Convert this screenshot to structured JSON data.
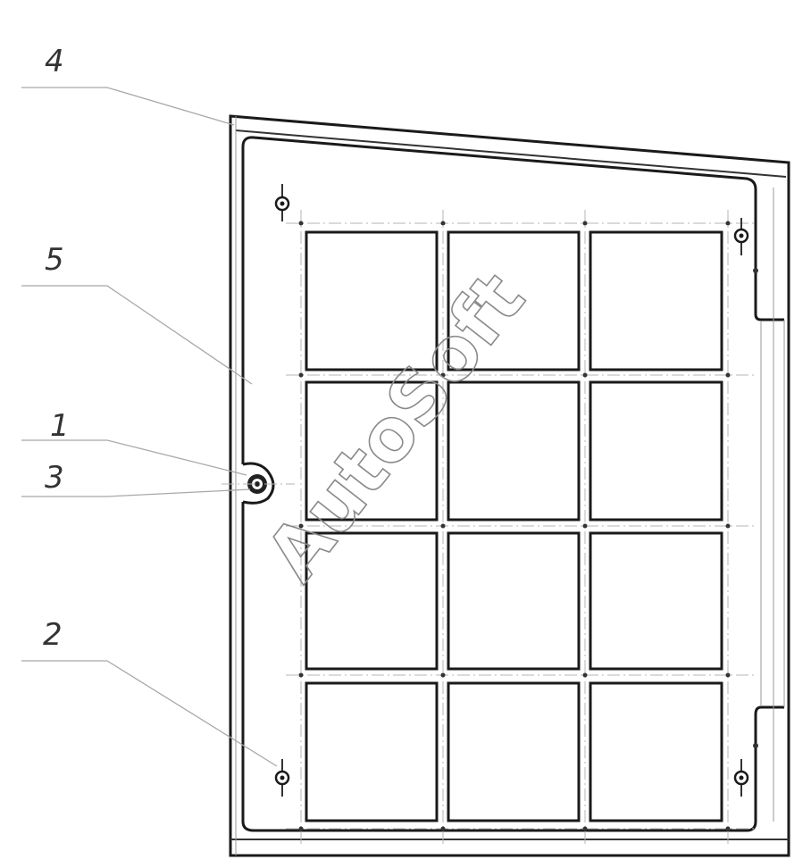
{
  "callouts": [
    {
      "id": "4",
      "label": "4"
    },
    {
      "id": "5",
      "label": "5"
    },
    {
      "id": "1",
      "label": "1"
    },
    {
      "id": "3",
      "label": "3"
    },
    {
      "id": "2",
      "label": "2"
    }
  ],
  "watermark": {
    "text": "AutoSoft"
  },
  "grid": {
    "rows": 4,
    "cols": 3
  }
}
